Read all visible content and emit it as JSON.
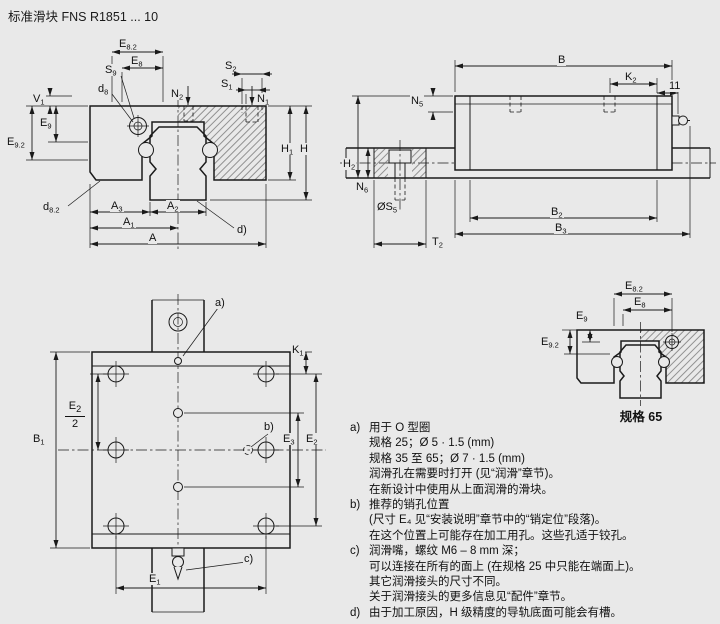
{
  "title": "标准滑块 FNS R1851 ... 10",
  "size_label": "规格 65",
  "colors": {
    "background": "#e9e9e9",
    "line": "#1a1a1a"
  },
  "dims": {
    "e82": {
      "b": "E",
      "s": "8.2"
    },
    "e8": {
      "b": "E",
      "s": "8"
    },
    "s9": {
      "b": "S",
      "s": "9"
    },
    "d8": {
      "b": "d",
      "s": "8"
    },
    "s2": {
      "b": "S",
      "s": "2"
    },
    "s1": {
      "b": "S",
      "s": "1"
    },
    "n2": {
      "b": "N",
      "s": "2"
    },
    "n1": {
      "b": "N",
      "s": "1"
    },
    "v1": {
      "b": "V",
      "s": "1"
    },
    "e9": {
      "b": "E",
      "s": "9"
    },
    "e92": {
      "b": "E",
      "s": "9.2"
    },
    "h1": {
      "b": "H",
      "s": "1"
    },
    "h": {
      "b": "H",
      "s": ""
    },
    "d82": {
      "b": "d",
      "s": "8.2"
    },
    "a3": {
      "b": "A",
      "s": "3"
    },
    "a2": {
      "b": "A",
      "s": "2"
    },
    "a1": {
      "b": "A",
      "s": "1"
    },
    "a": {
      "b": "A",
      "s": ""
    },
    "b": {
      "b": "B",
      "s": ""
    },
    "k2": {
      "b": "K",
      "s": "2"
    },
    "eleven": {
      "b": "11",
      "s": ""
    },
    "n5": {
      "b": "N",
      "s": "5"
    },
    "n6": {
      "b": "N",
      "s": "6"
    },
    "h2": {
      "b": "H",
      "s": "2"
    },
    "os5": {
      "b": "ØS",
      "s": "5"
    },
    "b2": {
      "b": "B",
      "s": "2"
    },
    "b3": {
      "b": "B",
      "s": "3"
    },
    "t2": {
      "b": "T",
      "s": "2"
    },
    "k1": {
      "b": "K",
      "s": "1"
    },
    "e2": {
      "b": "E",
      "s": "2"
    },
    "e3": {
      "b": "E",
      "s": "3"
    },
    "b1": {
      "b": "B",
      "s": "1"
    },
    "e1": {
      "b": "E",
      "s": "1"
    },
    "two": "2"
  },
  "callouts": {
    "a": "a)",
    "b": "b)",
    "c": "c)",
    "d": "d)"
  },
  "notes": [
    {
      "label": "a)",
      "lines": [
        "用于 O 型圈",
        "规格 25；Ø 5 · 1.5 (mm)",
        "规格 35 至 65；Ø 7 · 1.5 (mm)",
        "润滑孔在需要时打开 (见“润滑”章节)。",
        "在新设计中使用从上面润滑的滑块。"
      ]
    },
    {
      "label": "b)",
      "lines": [
        "推荐的销孔位置",
        "(尺寸 E₄ 见“安装说明”章节中的“销定位”段落)。",
        "在这个位置上可能存在加工用孔。这些孔适于铰孔。"
      ]
    },
    {
      "label": "c)",
      "lines": [
        "润滑嘴，螺纹 M6 – 8 mm 深；",
        "可以连接在所有的面上 (在规格 25 中只能在端面上)。",
        "其它润滑接头的尺寸不同。",
        "关于润滑接头的更多信息见“配件”章节。"
      ]
    },
    {
      "label": "d)",
      "lines": [
        "由于加工原因，H 级精度的导轨底面可能会有槽。"
      ]
    }
  ]
}
